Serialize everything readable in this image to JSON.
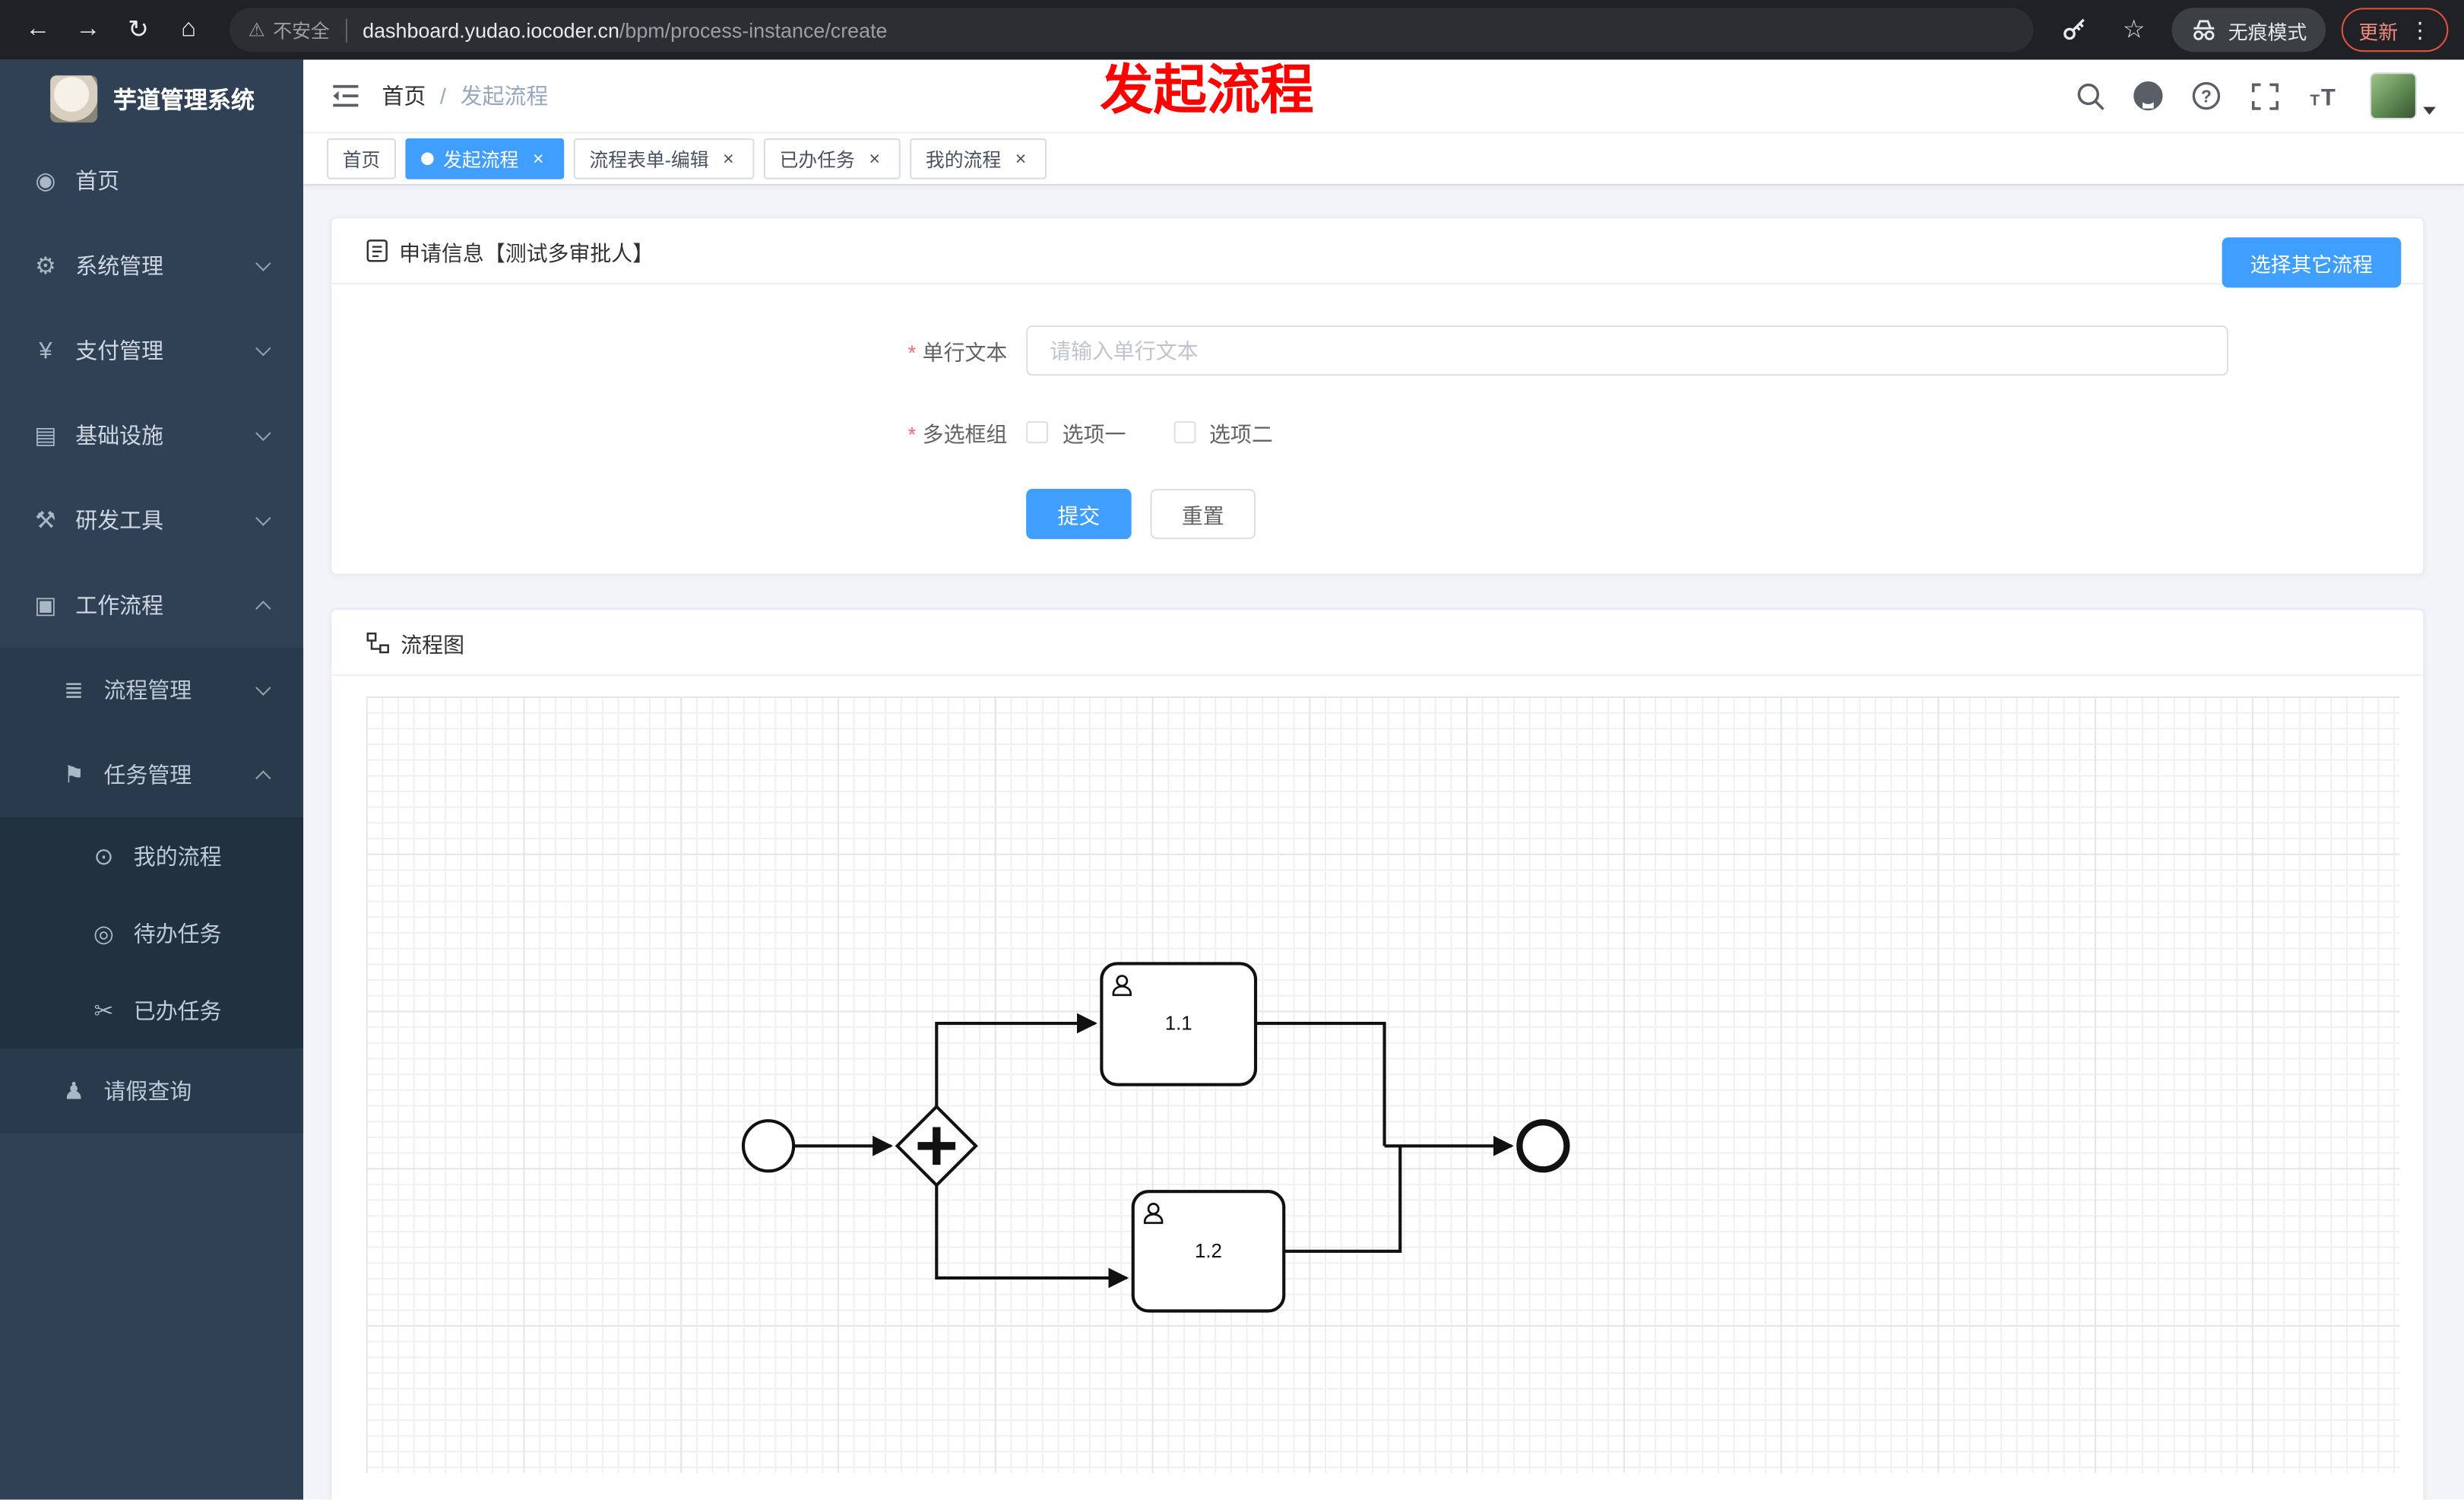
{
  "browser": {
    "security_label": "不安全",
    "url_domain": "dashboard.yudao.iocoder.cn",
    "url_path": "/bpm/process-instance/create",
    "incognito_label": "无痕模式",
    "update_label": "更新"
  },
  "annotation": {
    "text": "发起流程"
  },
  "sidebar": {
    "logo_title": "芋道管理系统",
    "items": [
      {
        "label": "首页",
        "icon": "dashboard-icon",
        "glyph": "◉"
      },
      {
        "label": "系统管理",
        "icon": "gear-icon",
        "glyph": "⚙"
      },
      {
        "label": "支付管理",
        "icon": "yen-icon",
        "glyph": "¥"
      },
      {
        "label": "基础设施",
        "icon": "infrastructure-icon",
        "glyph": "▤"
      },
      {
        "label": "研发工具",
        "icon": "tools-icon",
        "glyph": "⚒"
      },
      {
        "label": "工作流程",
        "icon": "workflow-icon",
        "glyph": "▣"
      },
      {
        "label": "流程管理",
        "icon": "process-manage-icon",
        "glyph": "≣"
      },
      {
        "label": "任务管理",
        "icon": "task-manage-icon",
        "glyph": "⚑"
      },
      {
        "label": "我的流程",
        "icon": "my-process-icon",
        "glyph": "⊙"
      },
      {
        "label": "待办任务",
        "icon": "todo-task-icon",
        "glyph": "◎"
      },
      {
        "label": "已办任务",
        "icon": "done-task-icon",
        "glyph": "✂"
      },
      {
        "label": "请假查询",
        "icon": "leave-query-icon",
        "glyph": "♟"
      }
    ]
  },
  "header": {
    "breadcrumb_home": "首页",
    "breadcrumb_sep": "/",
    "breadcrumb_current": "发起流程"
  },
  "tabs": [
    {
      "label": "首页",
      "active": false,
      "closable": false
    },
    {
      "label": "发起流程",
      "active": true,
      "closable": true
    },
    {
      "label": "流程表单-编辑",
      "active": false,
      "closable": true
    },
    {
      "label": "已办任务",
      "active": false,
      "closable": true
    },
    {
      "label": "我的流程",
      "active": false,
      "closable": true
    }
  ],
  "ui": {
    "close_glyph": "×",
    "menu_dots": "⋮",
    "star_glyph": "☆",
    "warn_glyph": "⚠",
    "back_glyph": "←",
    "forward_glyph": "→",
    "reload_glyph": "↻",
    "home_glyph": "⌂"
  },
  "form_card": {
    "title": "申请信息【测试多审批人】",
    "choose_other_label": "选择其它流程",
    "field_text": {
      "label": "单行文本",
      "required": true,
      "value": "",
      "placeholder": "请输入单行文本"
    },
    "field_checkbox": {
      "label": "多选框组",
      "required": true,
      "options": [
        "选项一",
        "选项二"
      ],
      "checked": [
        false,
        false
      ]
    },
    "submit_label": "提交",
    "reset_label": "重置"
  },
  "diagram_card": {
    "title": "流程图",
    "task_labels": [
      "1.1",
      "1.2"
    ],
    "elements": [
      "start-event",
      "parallel-gateway",
      "user-task-1.1",
      "user-task-1.2",
      "end-event"
    ]
  },
  "colors": {
    "primary": "#409eff",
    "sidebar_bg": "#304156",
    "annotation_red": "#ff0000",
    "tab_active": "#409eff"
  }
}
